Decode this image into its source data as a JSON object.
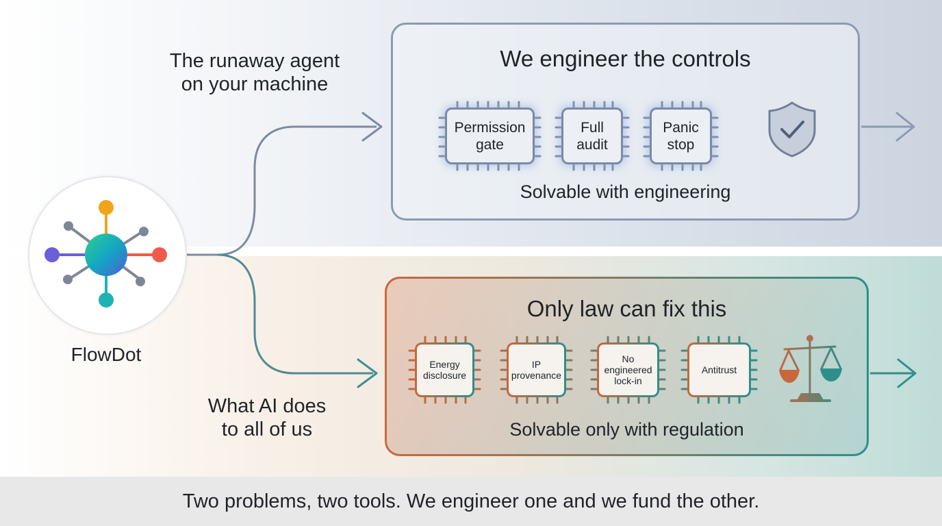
{
  "brand": {
    "name": "FlowDot"
  },
  "top": {
    "label_lines": [
      "The runaway agent",
      "on your machine"
    ],
    "box_title": "We engineer the controls",
    "chips": [
      {
        "lines": [
          "Permission",
          "gate"
        ]
      },
      {
        "lines": [
          "Full",
          "audit"
        ]
      },
      {
        "lines": [
          "Panic",
          "stop"
        ]
      }
    ],
    "box_subtitle": "Solvable with engineering",
    "icon": "shield-check-icon",
    "accent_color": "#8c9ab2"
  },
  "bottom": {
    "label_lines": [
      "What AI does",
      "to all of us"
    ],
    "box_title": "Only law can fix this",
    "chips": [
      {
        "lines": [
          "Energy",
          "disclosure"
        ]
      },
      {
        "lines": [
          "IP",
          "provenance"
        ]
      },
      {
        "lines": [
          "No",
          "engineered",
          "lock-in"
        ]
      },
      {
        "lines": [
          "Antitrust"
        ]
      }
    ],
    "box_subtitle": "Solvable only with regulation",
    "icon": "balance-scale-icon",
    "accent_colors": [
      "#c9673c",
      "#2e8f8a"
    ]
  },
  "footer": {
    "text": "Two problems, two tools. We engineer one and we fund the other."
  }
}
